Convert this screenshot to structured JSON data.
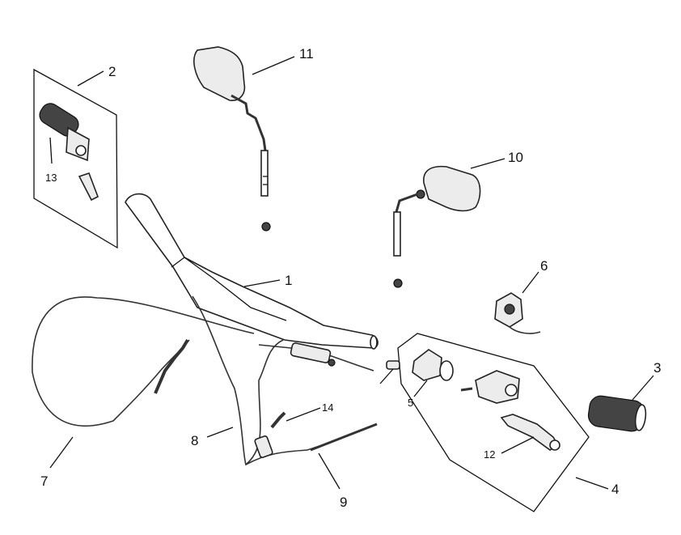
{
  "callouts": {
    "c1": "1",
    "c2": "2",
    "c3": "3",
    "c4": "4",
    "c5": "5",
    "c6": "6",
    "c7": "7",
    "c8": "8",
    "c9": "9",
    "c10": "10",
    "c11": "11",
    "c12": "12",
    "c13": "13",
    "c14": "14"
  },
  "colors": {
    "line": "#111111",
    "part_fill": "#ececec",
    "background": "#ffffff"
  }
}
